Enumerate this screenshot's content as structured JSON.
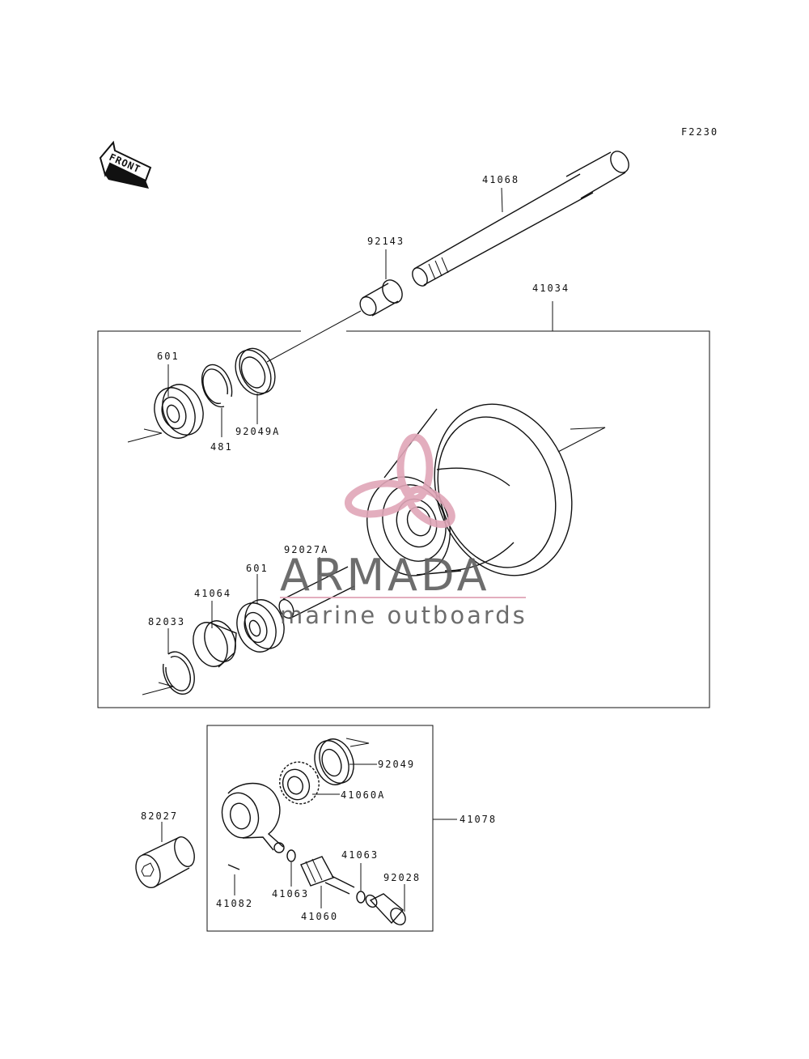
{
  "figure_code": "F2230",
  "front_label": "FRONT",
  "labels": {
    "p41068": "41068",
    "p92143": "92143",
    "p41034": "41034",
    "p601_top": "601",
    "p481": "481",
    "p92049A": "92049A",
    "p92027A": "92027A",
    "p601_mid": "601",
    "p41064": "41064",
    "p82033": "82033",
    "p92049": "92049",
    "p41060A": "41060A",
    "p41078": "41078",
    "p82027": "82027",
    "p41063_right": "41063",
    "p92028": "92028",
    "p41082": "41082",
    "p41063_left": "41063",
    "p41060": "41060"
  },
  "watermark": {
    "brand": "ARMADA",
    "tagline": "marine outboards",
    "brand_color": "#5e5e5e",
    "logo_color": "#e0a6b8"
  }
}
